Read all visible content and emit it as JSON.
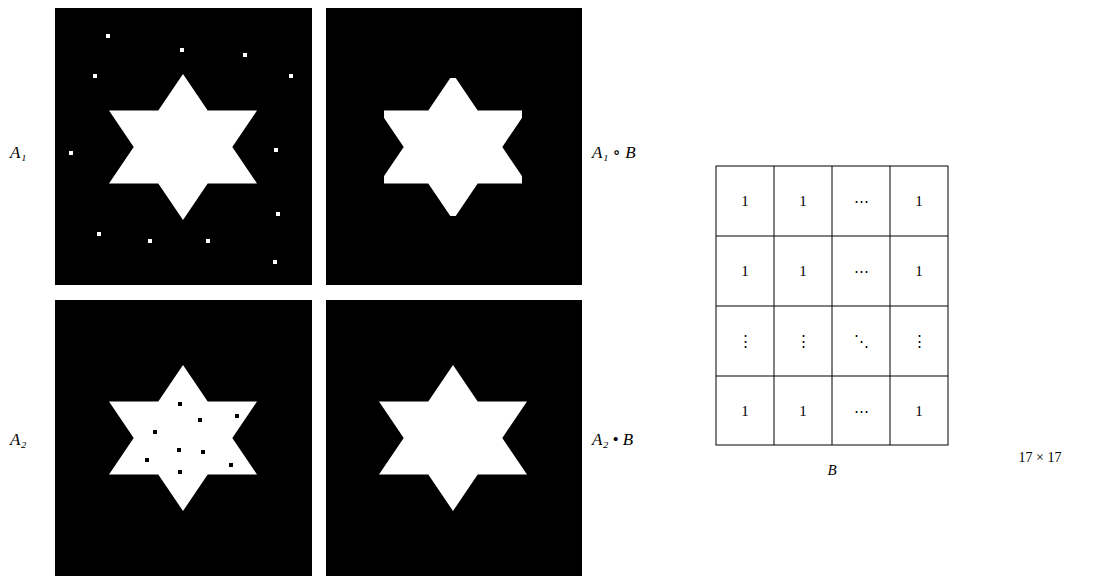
{
  "diagram": {
    "labels": [
      "A₁",
      "A₁ ∘ B",
      "A₂",
      "A₂ • B",
      "1",
      "1",
      "⋯",
      "1",
      "1",
      "1",
      "⋯",
      "1",
      "⋮",
      "⋮",
      "⋱",
      "⋮",
      "1",
      "1",
      "⋯",
      "1",
      "B",
      "17 × 17"
    ]
  }
}
